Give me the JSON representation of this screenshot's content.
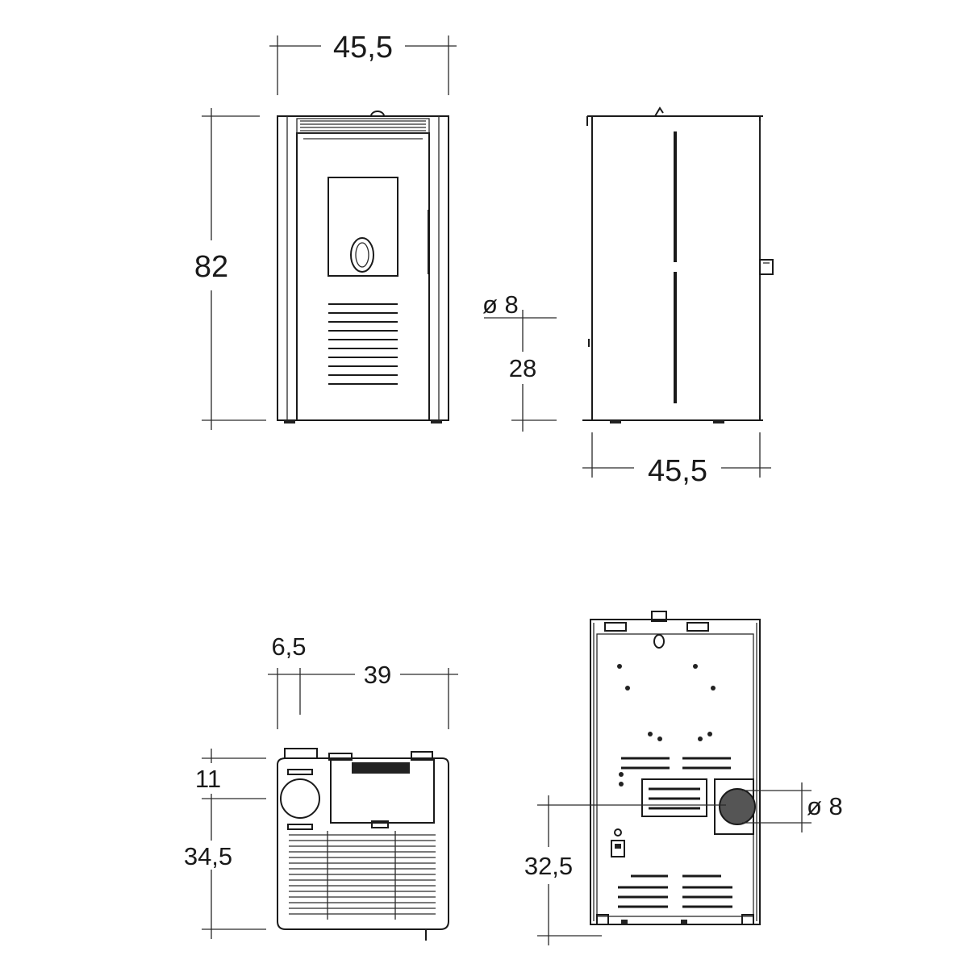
{
  "dimensions": {
    "front_width": "45,5",
    "front_height": "82",
    "flue_diameter_side": "ø 8",
    "flue_height_side": "28",
    "side_depth": "45,5",
    "top_offset": "6,5",
    "top_width": "39",
    "top_offset_depth": "11",
    "top_depth": "34,5",
    "rear_flue_diameter": "ø 8",
    "rear_flue_height": "32,5"
  },
  "colors": {
    "line": "#1a1a1a",
    "flue": "#555555",
    "background": "#ffffff"
  }
}
